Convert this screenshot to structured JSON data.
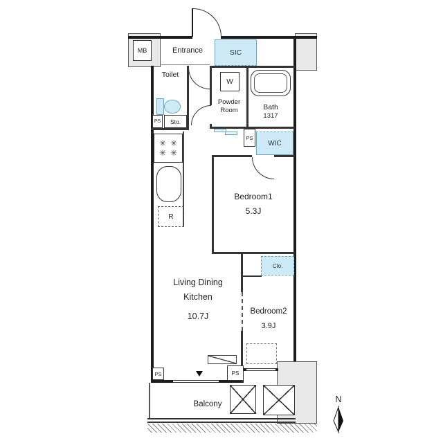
{
  "colors": {
    "outer_wall": "#1c1c1c",
    "partition": "#333333",
    "structural_gray": "#e9e9e9",
    "closet_highlight": "#cdeaf6",
    "closet_border": "#6fa6bd",
    "text": "#1f1f1f"
  },
  "icons": {
    "burner": "✳"
  },
  "labels": {
    "mb": "MB",
    "entrance": "Entrance",
    "sic": "SIC",
    "toilet": "Toilet",
    "ps": "PS",
    "storage": "Sto.",
    "washer": "W",
    "powder_line1": "Powder",
    "powder_line2": "Room",
    "bath": "Bath",
    "bath_size": "1317",
    "wic": "WIC",
    "bedroom1": "Bedroom1",
    "bedroom1_size": "5.3J",
    "fridge": "R",
    "ldk_line1": "Living Dining",
    "ldk_line2": "Kitchen",
    "ldk_size": "10.7J",
    "closet": "Clo.",
    "bedroom2": "Bedroom2",
    "bedroom2_size": "3.9J",
    "balcony": "Balcony",
    "compass_north": "N"
  }
}
